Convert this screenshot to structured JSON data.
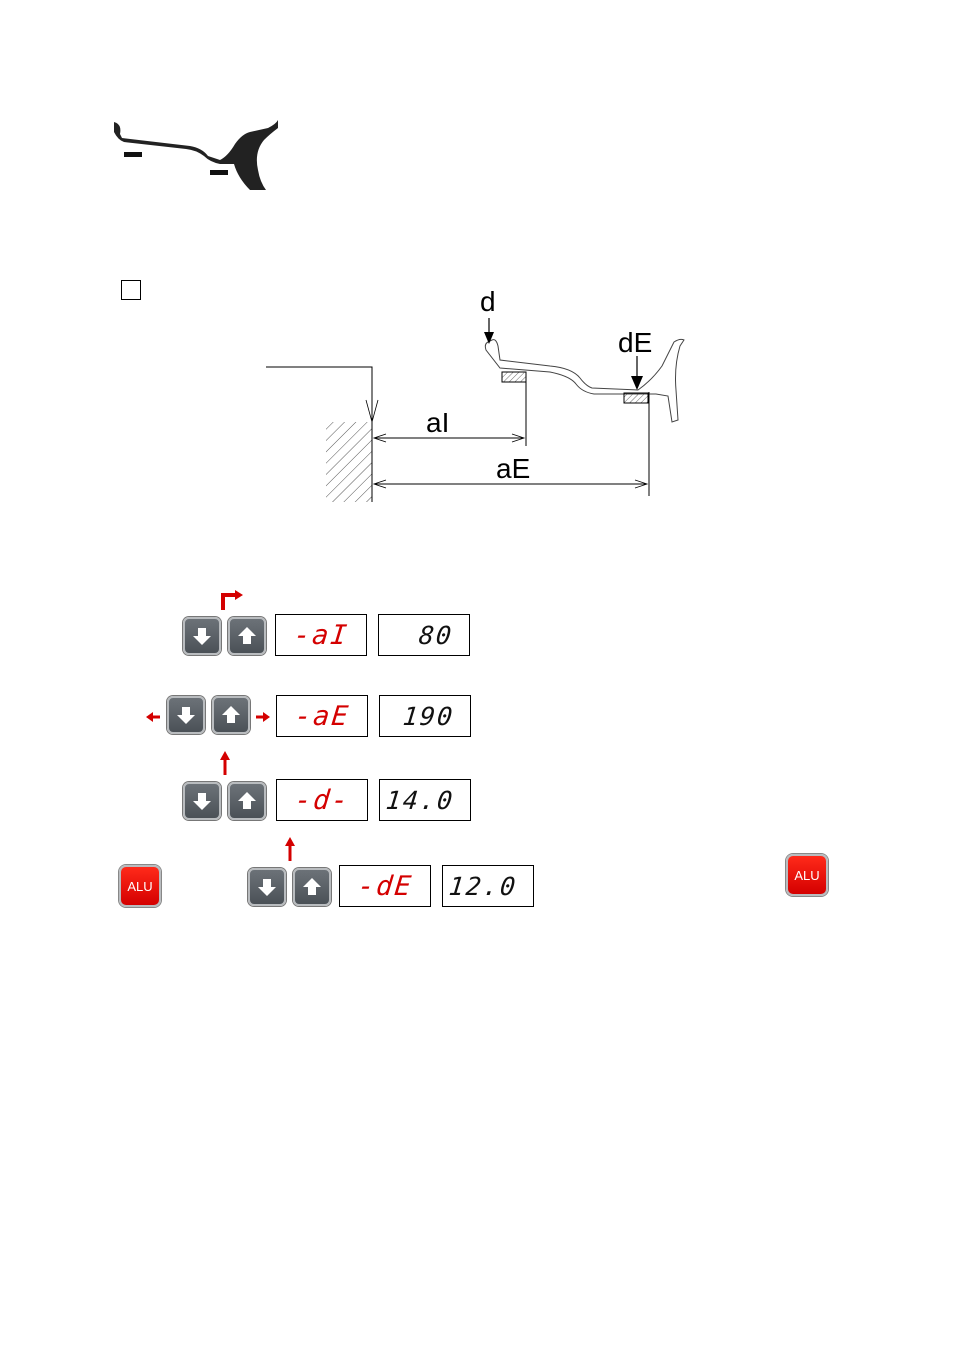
{
  "diagram": {
    "labels": {
      "d": "d",
      "dE": "dE",
      "aI": "aI",
      "aE": "aE"
    }
  },
  "keypad_rows": [
    {
      "code": "-aI",
      "value": "80"
    },
    {
      "code": "-aE",
      "value": "190"
    },
    {
      "code": "-d-",
      "value": "14.0"
    },
    {
      "code": "-dE",
      "value": "12.0"
    }
  ],
  "alu_left": {
    "label": "ALU"
  },
  "alu_right": {
    "label": "ALU"
  },
  "colors": {
    "red": "#d40000",
    "key_gray": "#5a6066",
    "alu_red": "#ee1c10"
  },
  "icons": [
    "rim-profile-icon",
    "down-arrow-icon",
    "up-arrow-icon",
    "red-arrow-icon"
  ]
}
